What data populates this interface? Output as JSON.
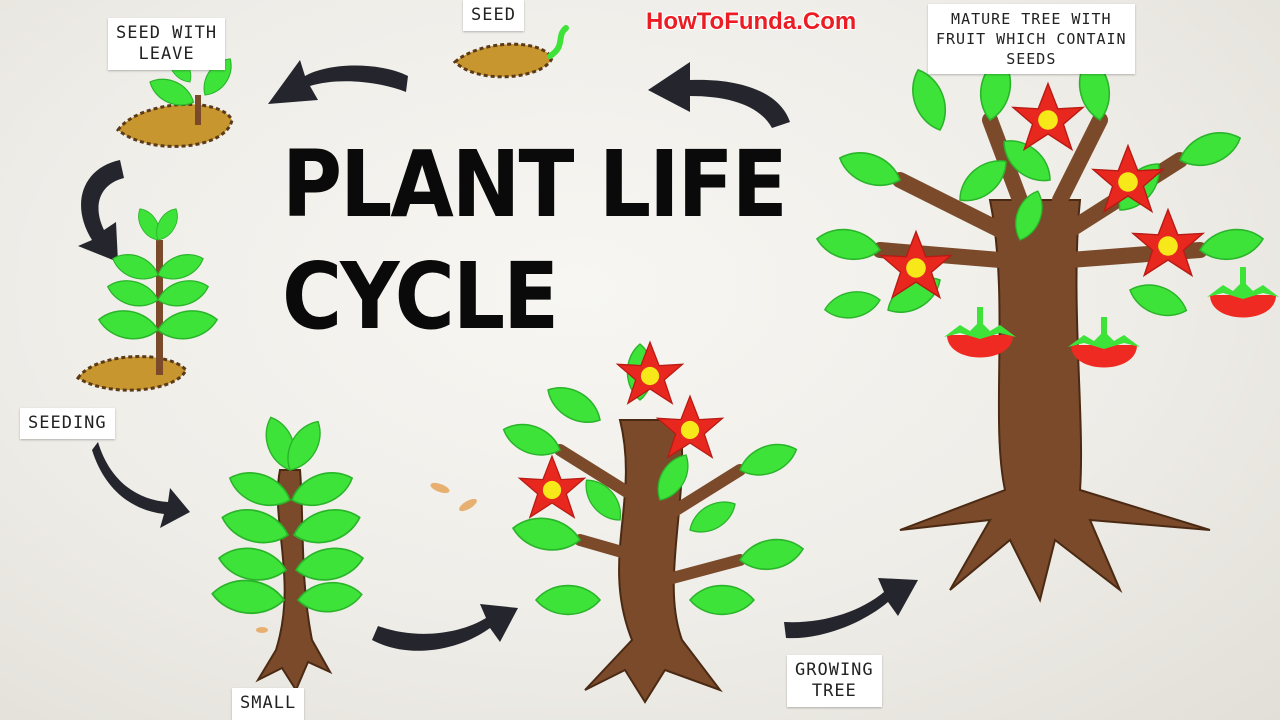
{
  "watermark": "HowToFunda.Com",
  "title": {
    "line1": "PLANT LIFE",
    "line2": "CYCLE"
  },
  "stages": {
    "seed": "SEED",
    "seed_with_leave": [
      "SEED WITH",
      "LEAVE"
    ],
    "seeding": "SEEDING",
    "small_tree": "SMALL",
    "growing_tree": [
      "GROWING",
      "TREE"
    ],
    "mature_tree": [
      "MATURE TREE WITH",
      "FRUIT WHICH CONTAIN",
      "SEEDS"
    ]
  },
  "colors": {
    "background": "#efede8",
    "leaf": "#3ee33a",
    "trunk": "#7a4a2a",
    "flower": "#e8281e",
    "flower_center": "#f7e81a",
    "fruit": "#ee2a22",
    "seed": "#c8962e",
    "arrow": "#25262d",
    "watermark": "#ec1c24"
  }
}
